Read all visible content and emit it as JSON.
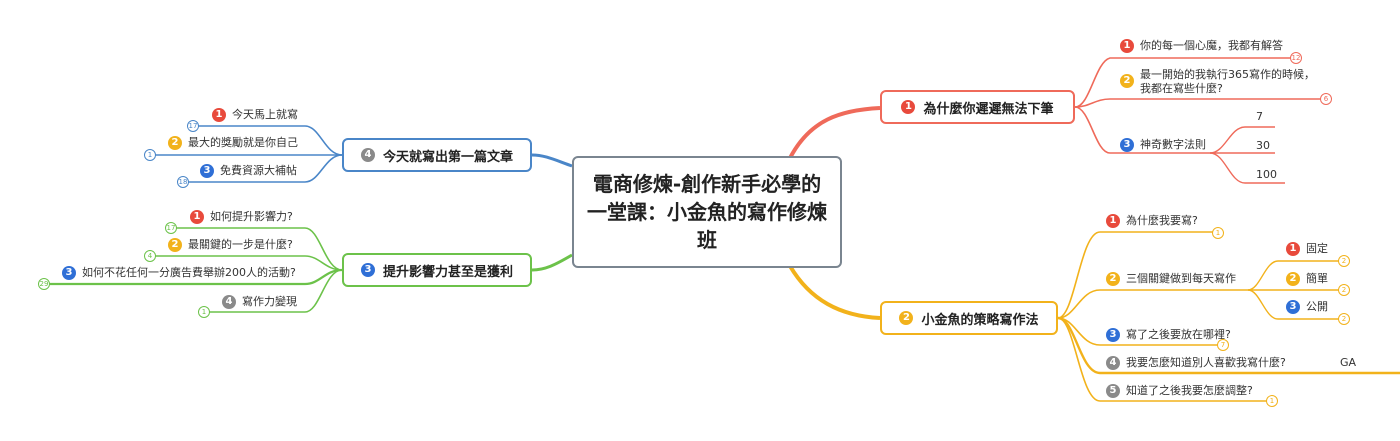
{
  "central": {
    "title": "電商修煉-創作新手必學的一堂課：小金魚的寫作修煉班"
  },
  "colors": {
    "red": "#ef6a5a",
    "orange": "#f2b21b",
    "blue": "#4a86c8",
    "green": "#6cc24a",
    "central_border": "#7a8590"
  },
  "branches": {
    "b1": {
      "num": "1",
      "label": "為什麼你遲遲無法下筆",
      "items": [
        {
          "num": "1",
          "text": "你的每一個心魔，我都有解答",
          "count": "12"
        },
        {
          "num": "2",
          "text": "最一開始的我執行365寫作的時候，\n我都在寫些什麼?",
          "count": "6"
        },
        {
          "num": "3",
          "text": "神奇數字法則",
          "children": [
            "7",
            "30",
            "100"
          ]
        }
      ]
    },
    "b2": {
      "num": "2",
      "label": "小金魚的策略寫作法",
      "items": [
        {
          "num": "1",
          "text": "為什麼我要寫?",
          "count": "1"
        },
        {
          "num": "2",
          "text": "三個關鍵做到每天寫作",
          "children": [
            {
              "num": "1",
              "text": "固定",
              "count": "2"
            },
            {
              "num": "2",
              "text": "簡單",
              "count": "2"
            },
            {
              "num": "3",
              "text": "公開",
              "count": "2"
            }
          ]
        },
        {
          "num": "3",
          "text": "寫了之後要放在哪裡?",
          "count": "7"
        },
        {
          "num": "4",
          "text": "我要怎麼知道別人喜歡我寫什麼?",
          "child": "GA"
        },
        {
          "num": "5",
          "text": "知道了之後我要怎麼調整?",
          "count": "1"
        }
      ]
    },
    "b3": {
      "num": "3",
      "label": "提升影響力甚至是獲利",
      "items": [
        {
          "num": "1",
          "text": "如何提升影響力?",
          "count": "17"
        },
        {
          "num": "2",
          "text": "最關鍵的一步是什麼?",
          "count": "4"
        },
        {
          "num": "3",
          "text": "如何不花任何一分廣告費舉辦200人的活動?",
          "count": "29"
        },
        {
          "num": "4",
          "text": "寫作力變現",
          "count": "1"
        }
      ]
    },
    "b4": {
      "num": "4",
      "label": "今天就寫出第一篇文章",
      "items": [
        {
          "num": "1",
          "text": "今天馬上就寫",
          "count": "17"
        },
        {
          "num": "2",
          "text": "最大的獎勵就是你自己",
          "count": "1"
        },
        {
          "num": "3",
          "text": "免費資源大補帖",
          "count": "18"
        }
      ]
    }
  }
}
